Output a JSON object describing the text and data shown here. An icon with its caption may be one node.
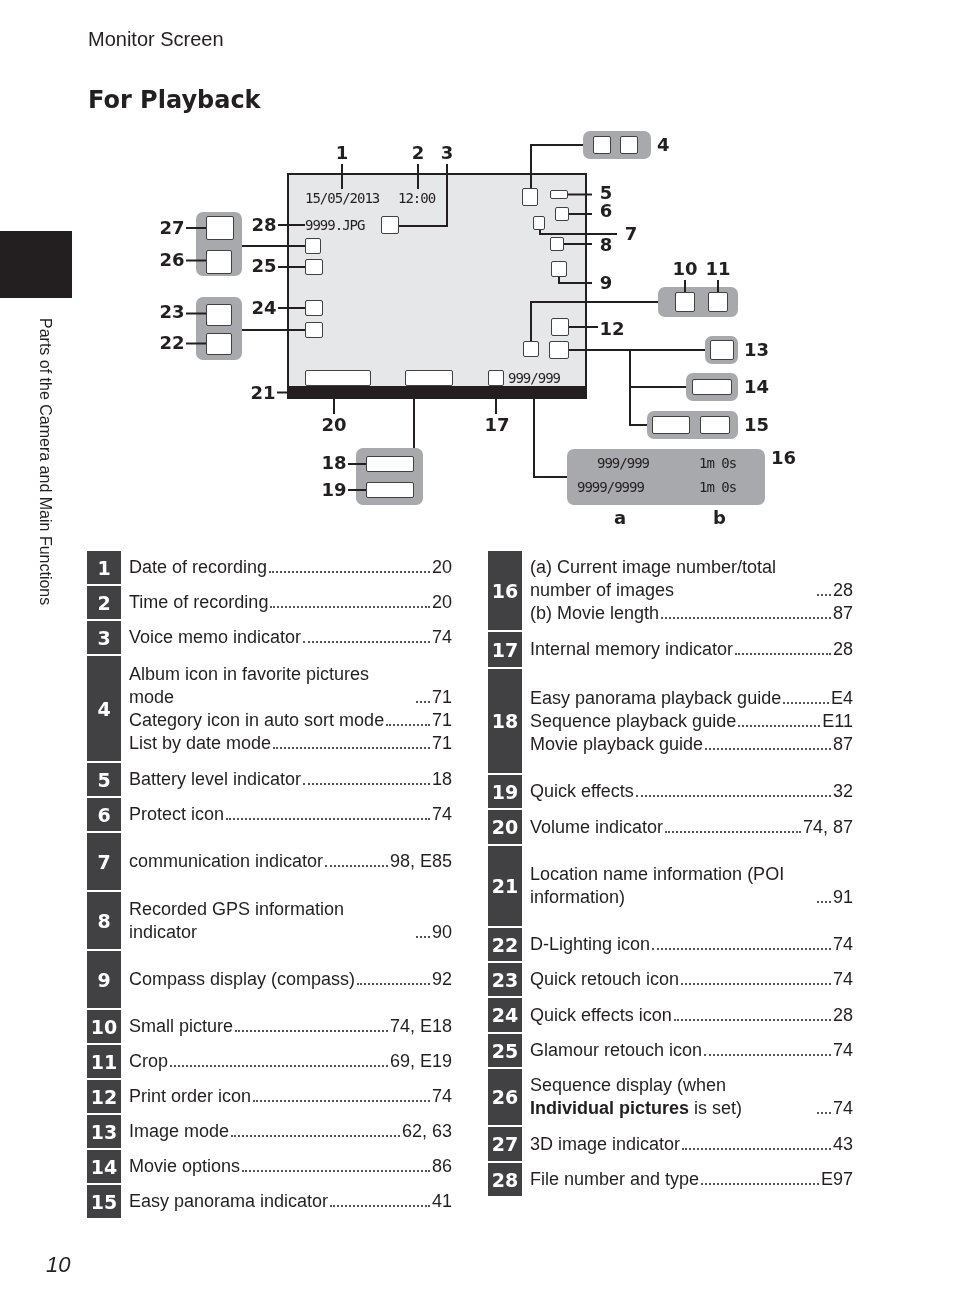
{
  "diagram": {
    "title": "For Playback",
    "nodes": [
      {
        "text": [],
        "shape": "screen"
      },
      {
        "text": [
          "15/05/2013"
        ],
        "in": 0
      },
      {
        "text": [
          "12:00"
        ],
        "in": 0
      },
      {
        "text": [
          "9999.JPG"
        ],
        "in": 0
      },
      {
        "text": [],
        "shape": "box",
        "in": 0
      },
      {
        "text": [],
        "shape": "box",
        "in": 0
      },
      {
        "text": [],
        "shape": "box",
        "in": 0
      },
      {
        "text": [],
        "shape": "box",
        "in": 0
      },
      {
        "text": [],
        "shape": "box",
        "in": 0
      },
      {
        "text": [],
        "shape": "box",
        "in": 0
      },
      {
        "text": [],
        "shape": "box",
        "in": 0
      },
      {
        "text": [],
        "shape": "box",
        "in": 0
      },
      {
        "text": [],
        "shape": "box",
        "in": 0
      },
      {
        "text": [],
        "shape": "box",
        "in": 0
      },
      {
        "text": [],
        "shape": "box",
        "in": 0
      },
      {
        "text": [],
        "shape": "box",
        "in": 0
      },
      {
        "text": [],
        "shape": "box",
        "in": 0
      },
      {
        "text": [],
        "shape": "box",
        "in": 0
      },
      {
        "text": [],
        "shape": "box",
        "in": 0
      },
      {
        "text": [],
        "shape": "box",
        "in": 0
      },
      {
        "text": [
          "999/999"
        ],
        "in": 0
      },
      {
        "text": [],
        "shape": "box",
        "in": 0
      },
      {
        "text": [],
        "shape": "bar",
        "in": 0
      },
      {
        "text": [],
        "shape": "box",
        "beside": [
          "4"
        ]
      },
      {
        "text": [],
        "shape": "box",
        "in": 23
      },
      {
        "text": [],
        "shape": "box",
        "in": 23
      },
      {
        "text": [],
        "shape": "box"
      },
      {
        "text": [],
        "shape": "box",
        "in": 26
      },
      {
        "text": [],
        "shape": "box",
        "in": 26
      },
      {
        "text": [],
        "shape": "box"
      },
      {
        "text": [],
        "shape": "box",
        "in": 29
      },
      {
        "text": [],
        "shape": "box",
        "in": 29
      },
      {
        "text": [],
        "shape": "box"
      },
      {
        "text": [],
        "shape": "box",
        "in": 32
      },
      {
        "text": [],
        "shape": "box",
        "in": 32
      },
      {
        "text": [],
        "shape": "box",
        "beside": [
          "13"
        ]
      },
      {
        "text": [],
        "shape": "box",
        "in": 35
      },
      {
        "text": [],
        "shape": "box",
        "beside": [
          "14"
        ]
      },
      {
        "text": [],
        "shape": "box",
        "in": 37
      },
      {
        "text": [],
        "shape": "box",
        "beside": [
          "15"
        ]
      },
      {
        "text": [],
        "shape": "box",
        "in": 39
      },
      {
        "text": [],
        "shape": "box",
        "in": 39
      },
      {
        "text": [
          "999/999",
          "1m 0s",
          "9999/9999",
          "1m 0s"
        ],
        "beside": [
          "16",
          "a",
          "b"
        ]
      },
      {
        "text": [],
        "shape": "box"
      },
      {
        "text": [],
        "shape": "box",
        "in": 43
      },
      {
        "text": [],
        "shape": "box",
        "in": 43
      },
      {
        "text": [
          "1"
        ]
      },
      {
        "text": [
          "2"
        ]
      },
      {
        "text": [
          "3"
        ]
      },
      {
        "text": [
          "5"
        ]
      },
      {
        "text": [
          "6"
        ]
      },
      {
        "text": [
          "7"
        ]
      },
      {
        "text": [
          "8"
        ]
      },
      {
        "text": [
          "9"
        ]
      },
      {
        "text": [
          "10"
        ]
      },
      {
        "text": [
          "11"
        ]
      },
      {
        "text": [
          "12"
        ]
      },
      {
        "text": [
          "17"
        ]
      },
      {
        "text": [
          "18"
        ]
      },
      {
        "text": [
          "19"
        ]
      },
      {
        "text": [
          "20"
        ]
      },
      {
        "text": [
          "21"
        ]
      },
      {
        "text": [
          "22"
        ]
      },
      {
        "text": [
          "23"
        ]
      },
      {
        "text": [
          "24"
        ]
      },
      {
        "text": [
          "25"
        ]
      },
      {
        "text": [
          "26"
        ]
      },
      {
        "text": [
          "27"
        ]
      },
      {
        "text": [
          "28"
        ]
      }
    ],
    "edges": [
      {
        "from": 46,
        "to": 1,
        "arrow": "none"
      },
      {
        "from": 47,
        "to": 2,
        "arrow": "none"
      },
      {
        "from": 48,
        "to": 4,
        "arrow": "none"
      },
      {
        "from": 49,
        "to": 6,
        "arrow": "none"
      },
      {
        "from": 50,
        "to": 7,
        "arrow": "none"
      },
      {
        "from": 51,
        "to": 8,
        "arrow": "none"
      },
      {
        "from": 52,
        "to": 9,
        "arrow": "none"
      },
      {
        "from": 53,
        "to": 10,
        "arrow": "none"
      },
      {
        "from": 54,
        "to": 33,
        "arrow": "none"
      },
      {
        "from": 55,
        "to": 34,
        "arrow": "none"
      },
      {
        "from": 56,
        "to": 15,
        "arrow": "none"
      },
      {
        "from": 57,
        "to": 21,
        "arrow": "none"
      },
      {
        "from": 58,
        "to": 44,
        "arrow": "none"
      },
      {
        "from": 59,
        "to": 45,
        "arrow": "none"
      },
      {
        "from": 60,
        "to": 18,
        "arrow": "none"
      },
      {
        "from": 61,
        "to": 22,
        "arrow": "none"
      },
      {
        "from": 62,
        "to": 31,
        "arrow": "none"
      },
      {
        "from": 63,
        "to": 30,
        "arrow": "none"
      },
      {
        "from": 64,
        "to": 13,
        "arrow": "none"
      },
      {
        "from": 65,
        "to": 12,
        "arrow": "none"
      },
      {
        "from": 66,
        "to": 28,
        "arrow": "none"
      },
      {
        "from": 67,
        "to": 27,
        "arrow": "none"
      },
      {
        "from": 68,
        "to": 3,
        "arrow": "none"
      },
      {
        "from": 23,
        "to": 5,
        "arrow": "none"
      },
      {
        "from": 26,
        "to": 11,
        "arrow": "none"
      },
      {
        "from": 29,
        "to": 14,
        "arrow": "none"
      },
      {
        "from": 32,
        "to": 16,
        "arrow": "none"
      },
      {
        "from": 17,
        "to": 35,
        "arrow": "none"
      },
      {
        "from": 17,
        "to": 37,
        "arrow": "none"
      },
      {
        "from": 17,
        "to": 39,
        "arrow": "none"
      },
      {
        "from": 20,
        "to": 42,
        "arrow": "none"
      },
      {
        "from": 19,
        "to": 43,
        "arrow": "none"
      }
    ],
    "labels": [
      "Monitor Screen",
      "Parts of the Camera and Main Functions",
      "1",
      "Date of recording",
      "20",
      "2",
      "Time of recording",
      "20",
      "3",
      "Voice memo indicator",
      "74",
      "4",
      "Album icon in favorite pictures mode",
      "71",
      "Category icon in auto sort mode",
      "71",
      "List by date mode",
      "71",
      "5",
      "Battery level indicator",
      "18",
      "6",
      "Protect icon",
      "74",
      "7",
      "communication indicator",
      "98, E85",
      "8",
      "Recorded GPS information indicator",
      "90",
      "9",
      "Compass display (compass)",
      "92",
      "10",
      "Small picture",
      "74, E18",
      "11",
      "Crop",
      "69, E19",
      "12",
      "Print order icon",
      "74",
      "13",
      "Image mode",
      "62, 63",
      "14",
      "Movie options",
      "86",
      "15",
      "Easy panorama indicator",
      "41",
      "16",
      "(a) Current image number/total number of images",
      "28",
      "(b) Movie length",
      "87",
      "17",
      "Internal memory indicator",
      "28",
      "18",
      "Easy panorama playback guide",
      "E4",
      "Sequence playback guide",
      "E11",
      "Movie playback guide",
      "87",
      "19",
      "Quick effects",
      "32",
      "20",
      "Volume indicator",
      "74, 87",
      "21",
      "Location name information (POI information)",
      "91",
      "22",
      "D-Lighting icon",
      "74",
      "23",
      "Quick retouch icon",
      "74",
      "24",
      "Quick effects icon",
      "28",
      "25",
      "Glamour retouch icon",
      "74",
      "26",
      "Sequence display (when **Individual pictures** is set)",
      "74",
      "27",
      "3D image indicator",
      "43",
      "28",
      "File number and type",
      "E97",
      "10"
    ]
  }
}
